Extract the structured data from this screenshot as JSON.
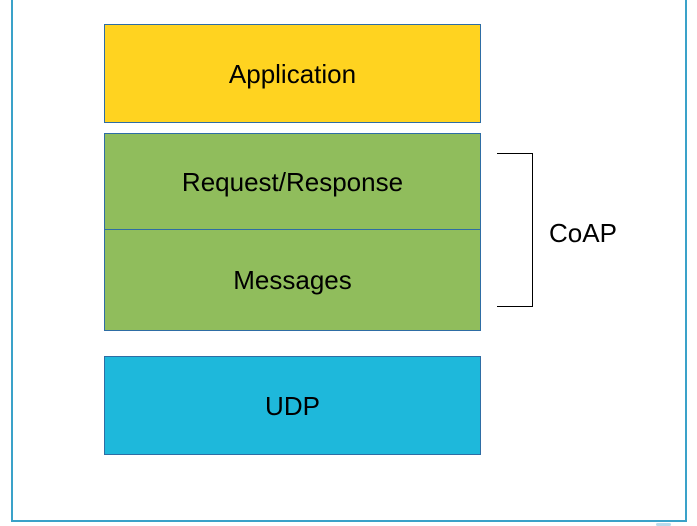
{
  "diagram": {
    "title_hint": "CoAP protocol stack",
    "stack": {
      "application": {
        "label": "Application",
        "fill": "#ffd320"
      },
      "coap_group": {
        "bracket_label": "CoAP",
        "fill": "#90bd5c",
        "sublayers": [
          {
            "label": "Request/Response"
          },
          {
            "label": "Messages"
          }
        ]
      },
      "udp": {
        "label": "UDP",
        "fill": "#1eb8db"
      }
    },
    "colors": {
      "box_border": "#2e6da4",
      "page_border": "#3aa2c9",
      "bracket": "#000000",
      "text": "#000000",
      "background": "#ffffff"
    }
  }
}
